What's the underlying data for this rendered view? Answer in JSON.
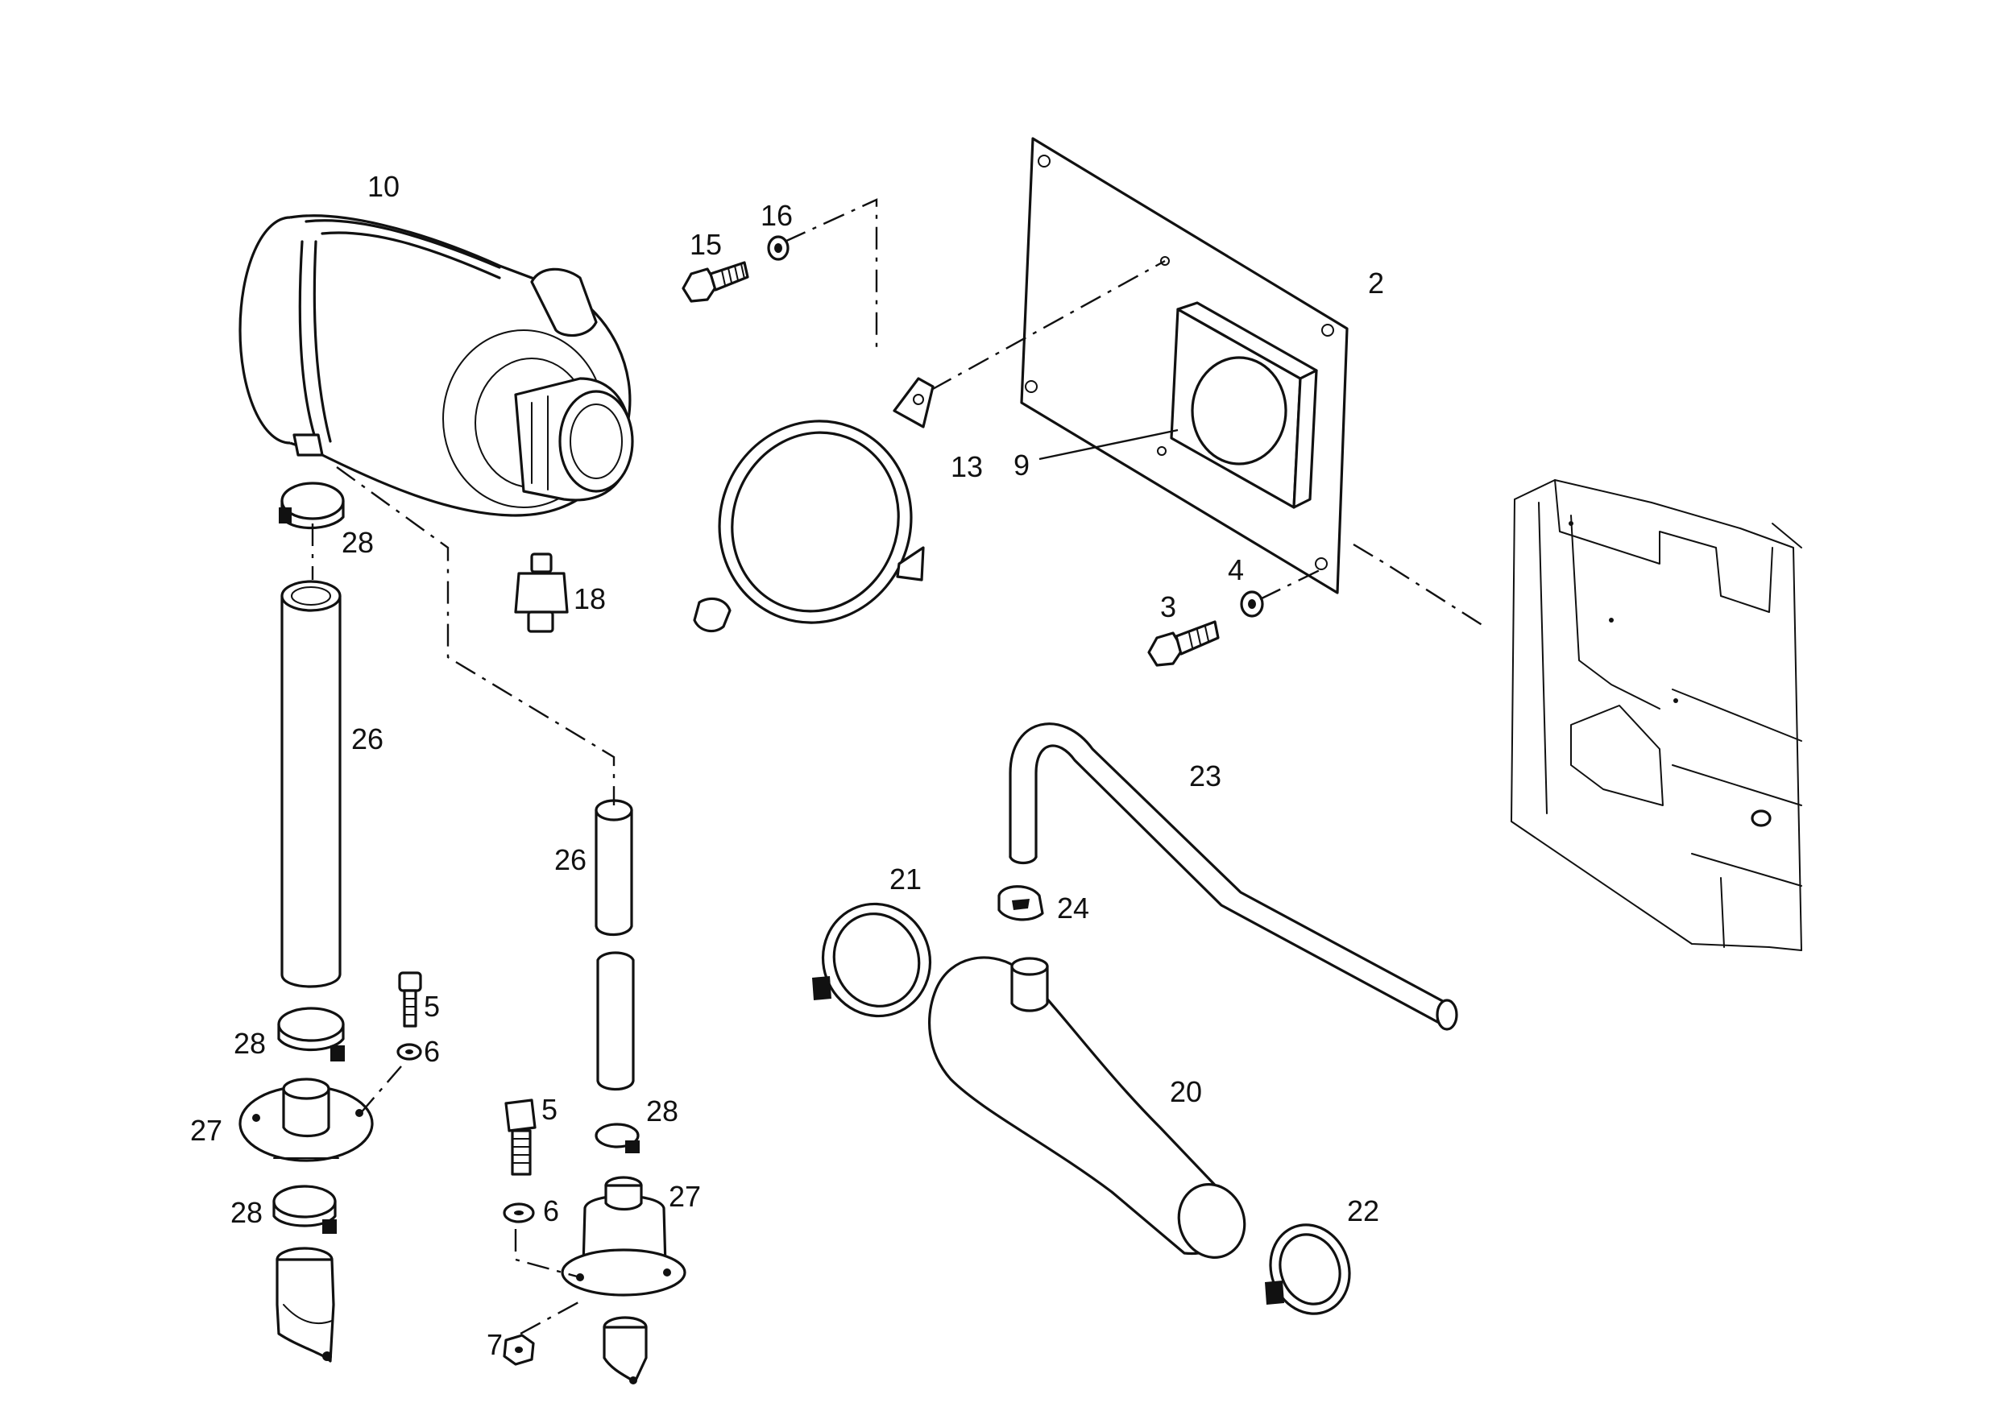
{
  "callouts": {
    "c10": "10",
    "c15": "15",
    "c16": "16",
    "c2": "2",
    "c13": "13",
    "c9": "9",
    "c28a": "28",
    "c18": "18",
    "c4": "4",
    "c3": "3",
    "c26a": "26",
    "c23": "23",
    "c26b": "26",
    "c21": "21",
    "c24": "24",
    "c5a": "5",
    "c28b": "28",
    "c6a": "6",
    "c27a": "27",
    "c28c": "28",
    "c5b": "5",
    "c28d": "28",
    "c20": "20",
    "c27b": "27",
    "c6b": "6",
    "c22": "22",
    "c7": "7"
  }
}
